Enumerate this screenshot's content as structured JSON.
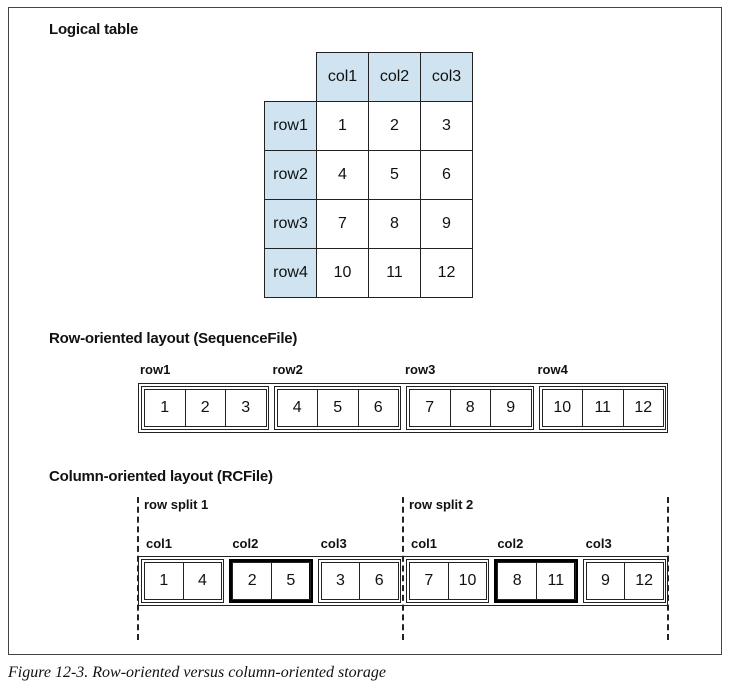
{
  "logical_table": {
    "heading": "Logical table",
    "col_headers": [
      "col1",
      "col2",
      "col3"
    ],
    "row_headers": [
      "row1",
      "row2",
      "row3",
      "row4"
    ],
    "values": [
      [
        "1",
        "2",
        "3"
      ],
      [
        "4",
        "5",
        "6"
      ],
      [
        "7",
        "8",
        "9"
      ],
      [
        "10",
        "11",
        "12"
      ]
    ]
  },
  "row_layout": {
    "heading": "Row-oriented layout (SequenceFile)",
    "rows": [
      {
        "label": "row1",
        "values": [
          "1",
          "2",
          "3"
        ]
      },
      {
        "label": "row2",
        "values": [
          "4",
          "5",
          "6"
        ]
      },
      {
        "label": "row3",
        "values": [
          "7",
          "8",
          "9"
        ]
      },
      {
        "label": "row4",
        "values": [
          "10",
          "11",
          "12"
        ]
      }
    ]
  },
  "column_layout": {
    "heading": "Column-oriented layout (RCFile)",
    "splits": [
      {
        "label": "row split 1",
        "columns": [
          {
            "label": "col1",
            "values": [
              "1",
              "4"
            ],
            "highlight": false
          },
          {
            "label": "col2",
            "values": [
              "2",
              "5"
            ],
            "highlight": true
          },
          {
            "label": "col3",
            "values": [
              "3",
              "6"
            ],
            "highlight": false
          }
        ]
      },
      {
        "label": "row split 2",
        "columns": [
          {
            "label": "col1",
            "values": [
              "7",
              "10"
            ],
            "highlight": false
          },
          {
            "label": "col2",
            "values": [
              "8",
              "11"
            ],
            "highlight": true
          },
          {
            "label": "col3",
            "values": [
              "9",
              "12"
            ],
            "highlight": false
          }
        ]
      }
    ]
  },
  "caption": "Figure 12-3. Row-oriented versus column-oriented storage"
}
